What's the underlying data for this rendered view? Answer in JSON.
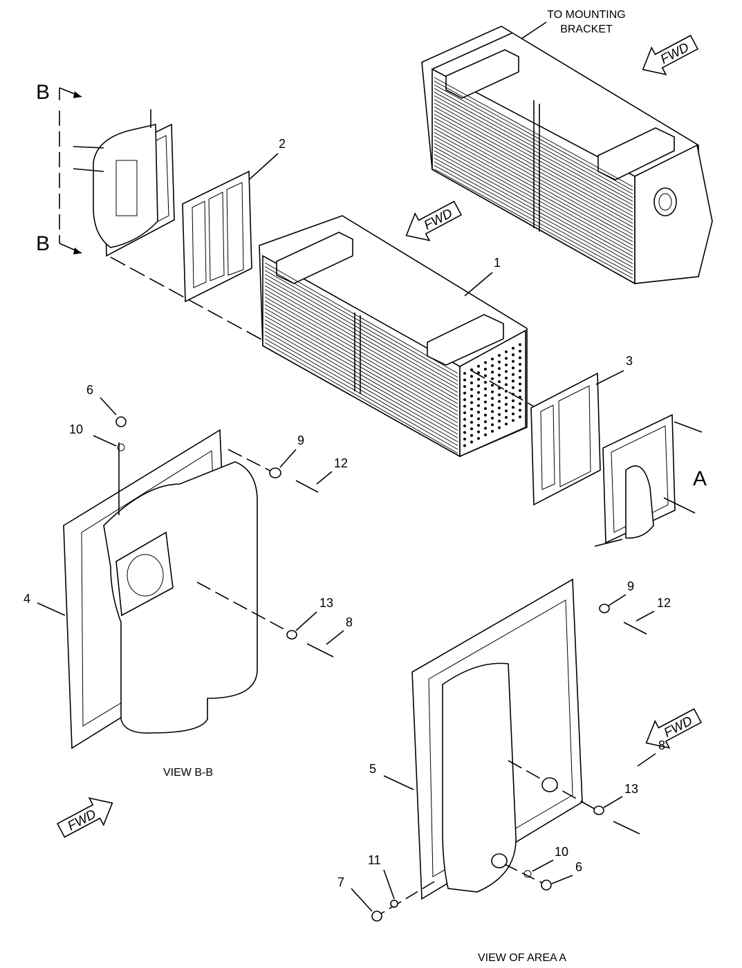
{
  "header_note": {
    "line1": "TO MOUNTING",
    "line2": "BRACKET"
  },
  "section_letters": {
    "b_top": "B",
    "b_bottom": "B",
    "a": "A"
  },
  "fwd": "FWD",
  "captions": {
    "view_bb": "VIEW B-B",
    "view_area_a": "VIEW OF AREA A"
  },
  "callouts": {
    "c1": "1",
    "c2": "2",
    "c3": "3",
    "c4": "4",
    "c5": "5",
    "c6a": "6",
    "c10a": "10",
    "c9a": "9",
    "c12a": "12",
    "c13a": "13",
    "c8a": "8",
    "c9b": "9",
    "c12b": "12",
    "c13b": "13",
    "c8b": "8",
    "c11": "11",
    "c7": "7",
    "c10b": "10",
    "c6b": "6"
  }
}
